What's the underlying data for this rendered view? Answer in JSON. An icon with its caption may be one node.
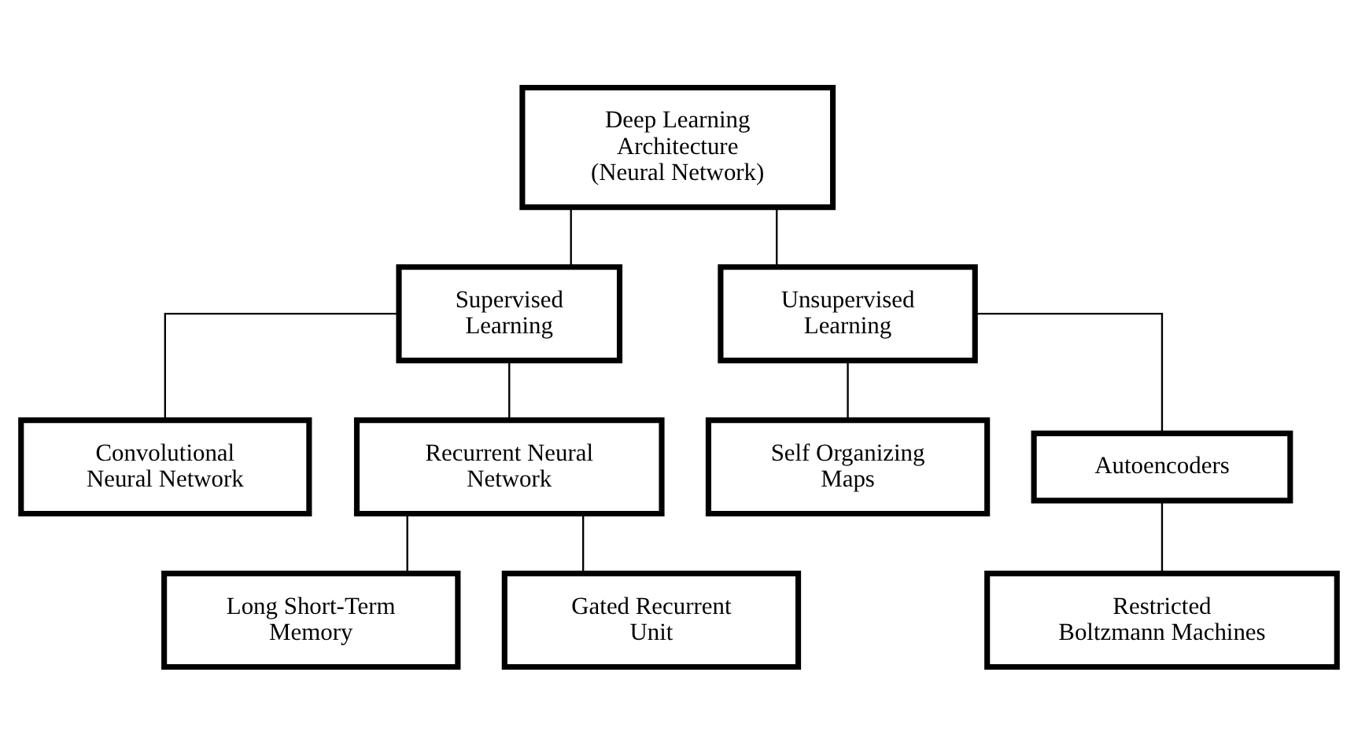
{
  "diagram": {
    "nodes": [
      {
        "text": [
          "Deep Learning Architecture (Neural Network)"
        ]
      },
      {
        "text": [
          "Supervised Learning"
        ]
      },
      {
        "text": [
          "Unsupervised Learning"
        ]
      },
      {
        "text": [
          "Convolutional Neural Network"
        ]
      },
      {
        "text": [
          "Recurrent Neural Network"
        ]
      },
      {
        "text": [
          "Self Organizing Maps"
        ]
      },
      {
        "text": [
          "Autoencoders"
        ]
      },
      {
        "text": [
          "Long Short-Term Memory"
        ]
      },
      {
        "text": [
          "Gated Recurrent Unit"
        ]
      },
      {
        "text": [
          "Restricted Boltzmann Machines"
        ]
      }
    ],
    "edges": [
      {
        "from": 0,
        "to": 1,
        "arrow": "none"
      },
      {
        "from": 0,
        "to": 2,
        "arrow": "none"
      },
      {
        "from": 1,
        "to": 3,
        "arrow": "none"
      },
      {
        "from": 1,
        "to": 4,
        "arrow": "none"
      },
      {
        "from": 2,
        "to": 5,
        "arrow": "none"
      },
      {
        "from": 2,
        "to": 6,
        "arrow": "none"
      },
      {
        "from": 4,
        "to": 7,
        "arrow": "none"
      },
      {
        "from": 4,
        "to": 8,
        "arrow": "none"
      },
      {
        "from": 6,
        "to": 9,
        "arrow": "none"
      }
    ]
  }
}
